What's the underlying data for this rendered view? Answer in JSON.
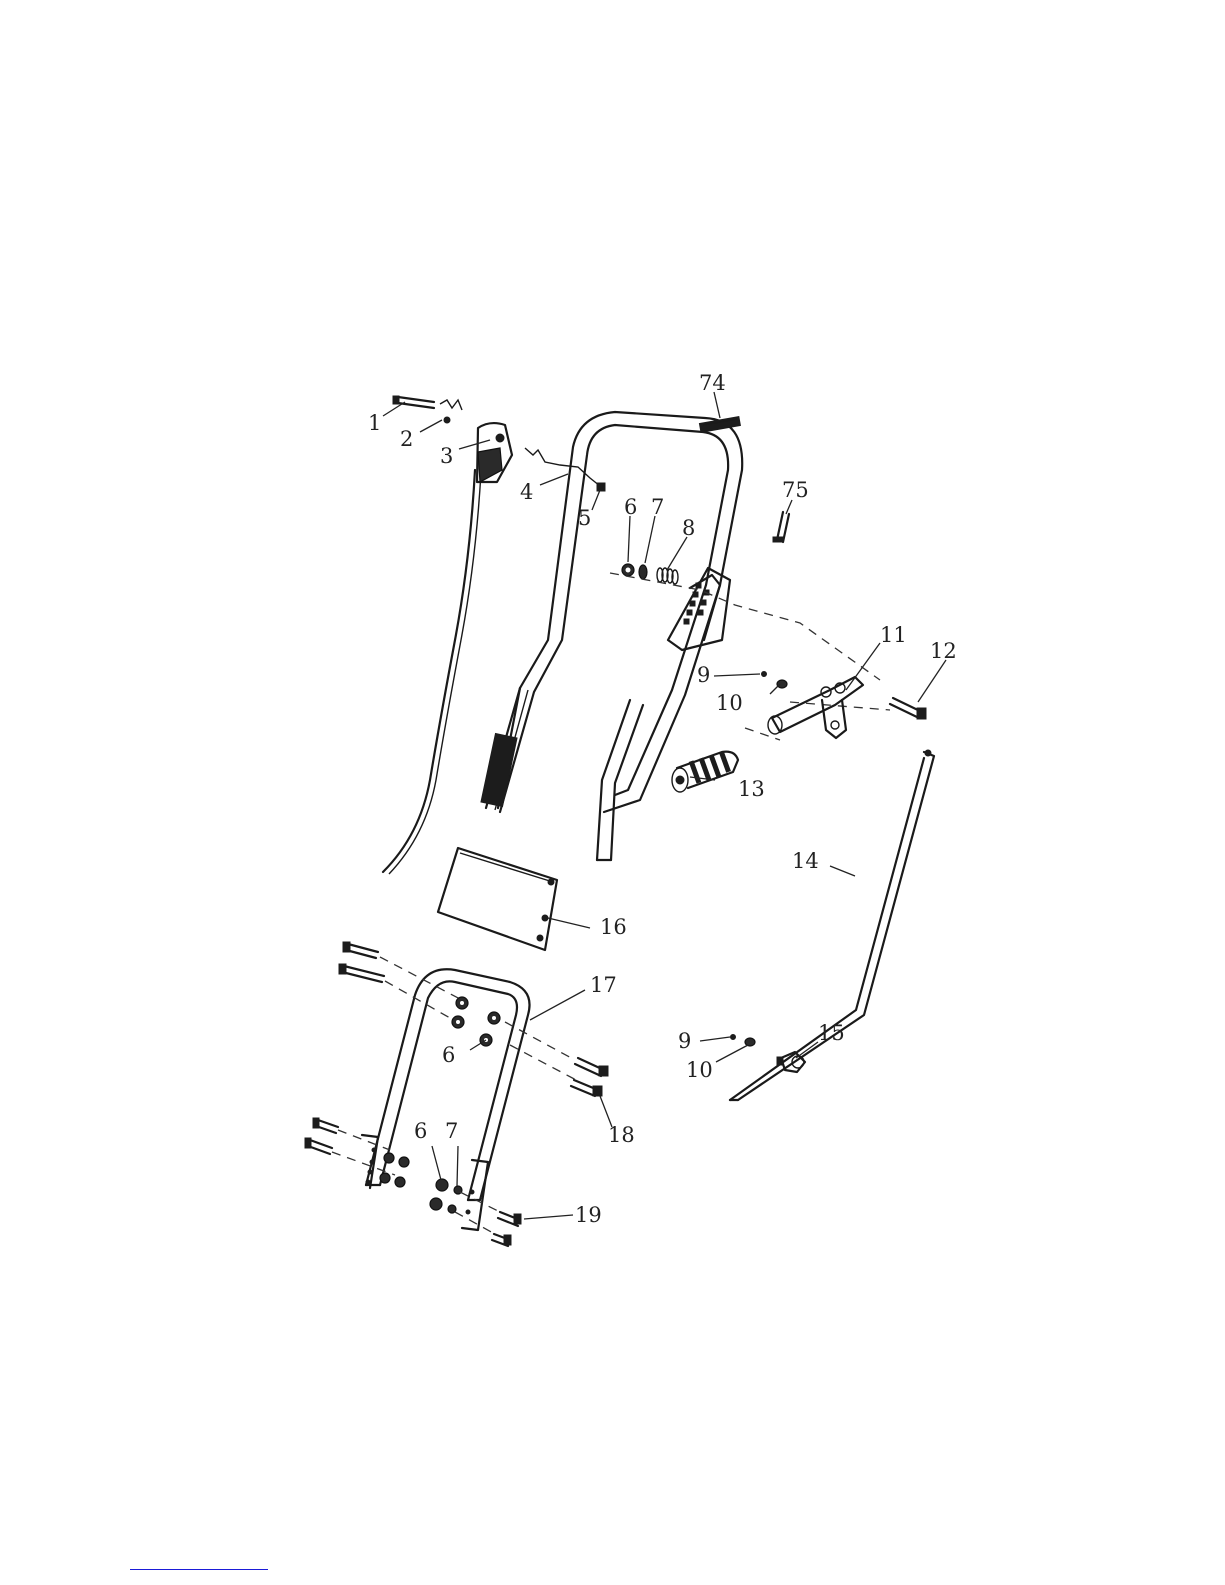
{
  "callouts": [
    "1",
    "2",
    "3",
    "4",
    "5",
    "6",
    "7",
    "8",
    "74",
    "75",
    "9",
    "10",
    "11",
    "12",
    "13",
    "14",
    "16",
    "17",
    "6",
    "18",
    "6",
    "7",
    "19",
    "9",
    "10",
    "15"
  ]
}
